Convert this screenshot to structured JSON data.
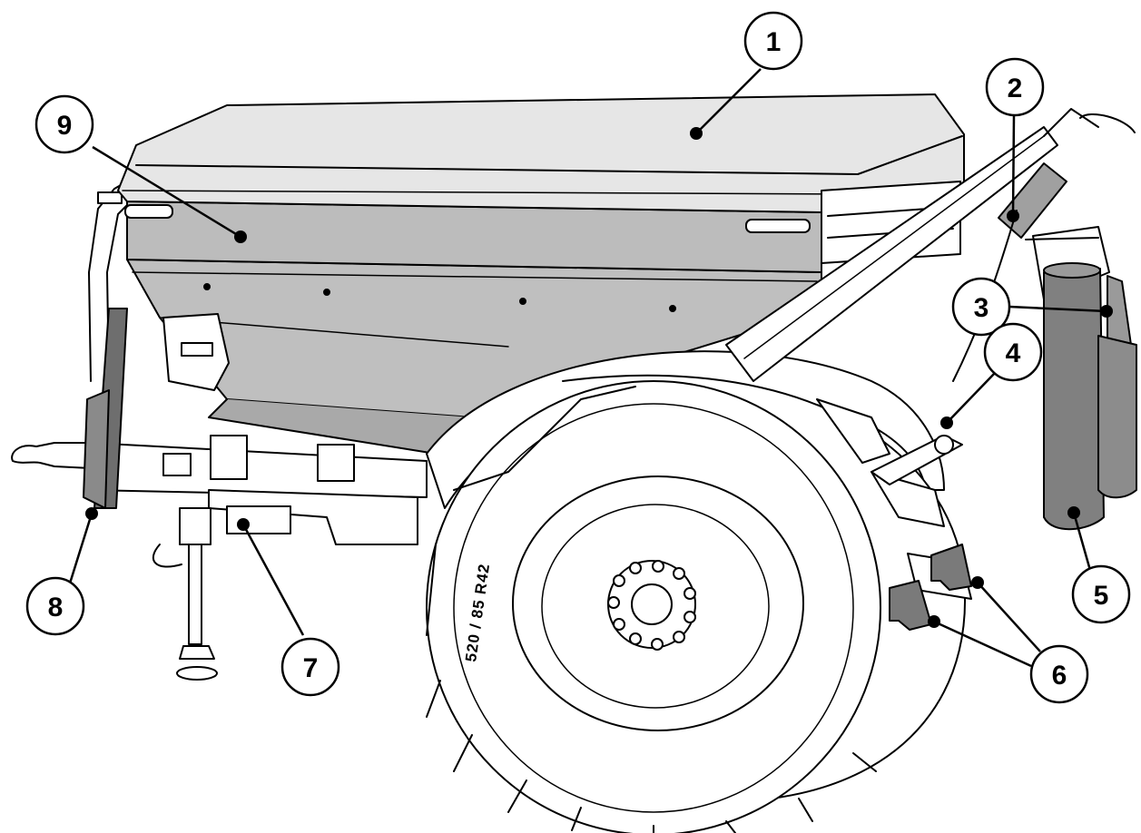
{
  "tire_marking": "520 / 85 R42",
  "callouts": [
    {
      "id": "1",
      "label": "1"
    },
    {
      "id": "2",
      "label": "2"
    },
    {
      "id": "3",
      "label": "3"
    },
    {
      "id": "4",
      "label": "4"
    },
    {
      "id": "5",
      "label": "5"
    },
    {
      "id": "6",
      "label": "6"
    },
    {
      "id": "7",
      "label": "7"
    },
    {
      "id": "8",
      "label": "8"
    },
    {
      "id": "9",
      "label": "9"
    }
  ],
  "colors": {
    "cover": "#e6e6e6",
    "hopper": "#bfbfbf",
    "hopper_dark": "#a9a9a9",
    "part_dark": "#6e6e6e",
    "tube": "#808080",
    "line": "#000000",
    "background": "#ffffff"
  }
}
